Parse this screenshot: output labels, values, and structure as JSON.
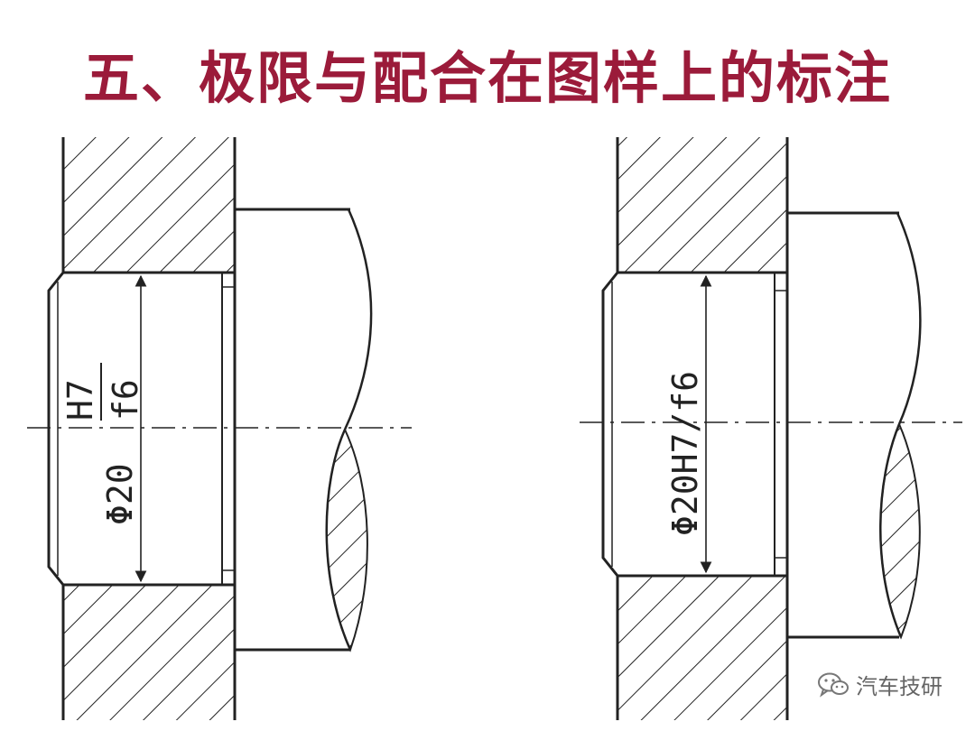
{
  "title": "五、极限与配合在图样上的标注",
  "left_drawing": {
    "diameter_label": "Φ20",
    "fit_numerator": "H7",
    "fit_denominator": "f6"
  },
  "right_drawing": {
    "fit_label": "Φ20H7/f6"
  },
  "watermark": {
    "text": "汽车技研",
    "icon": "wechat-icon"
  }
}
